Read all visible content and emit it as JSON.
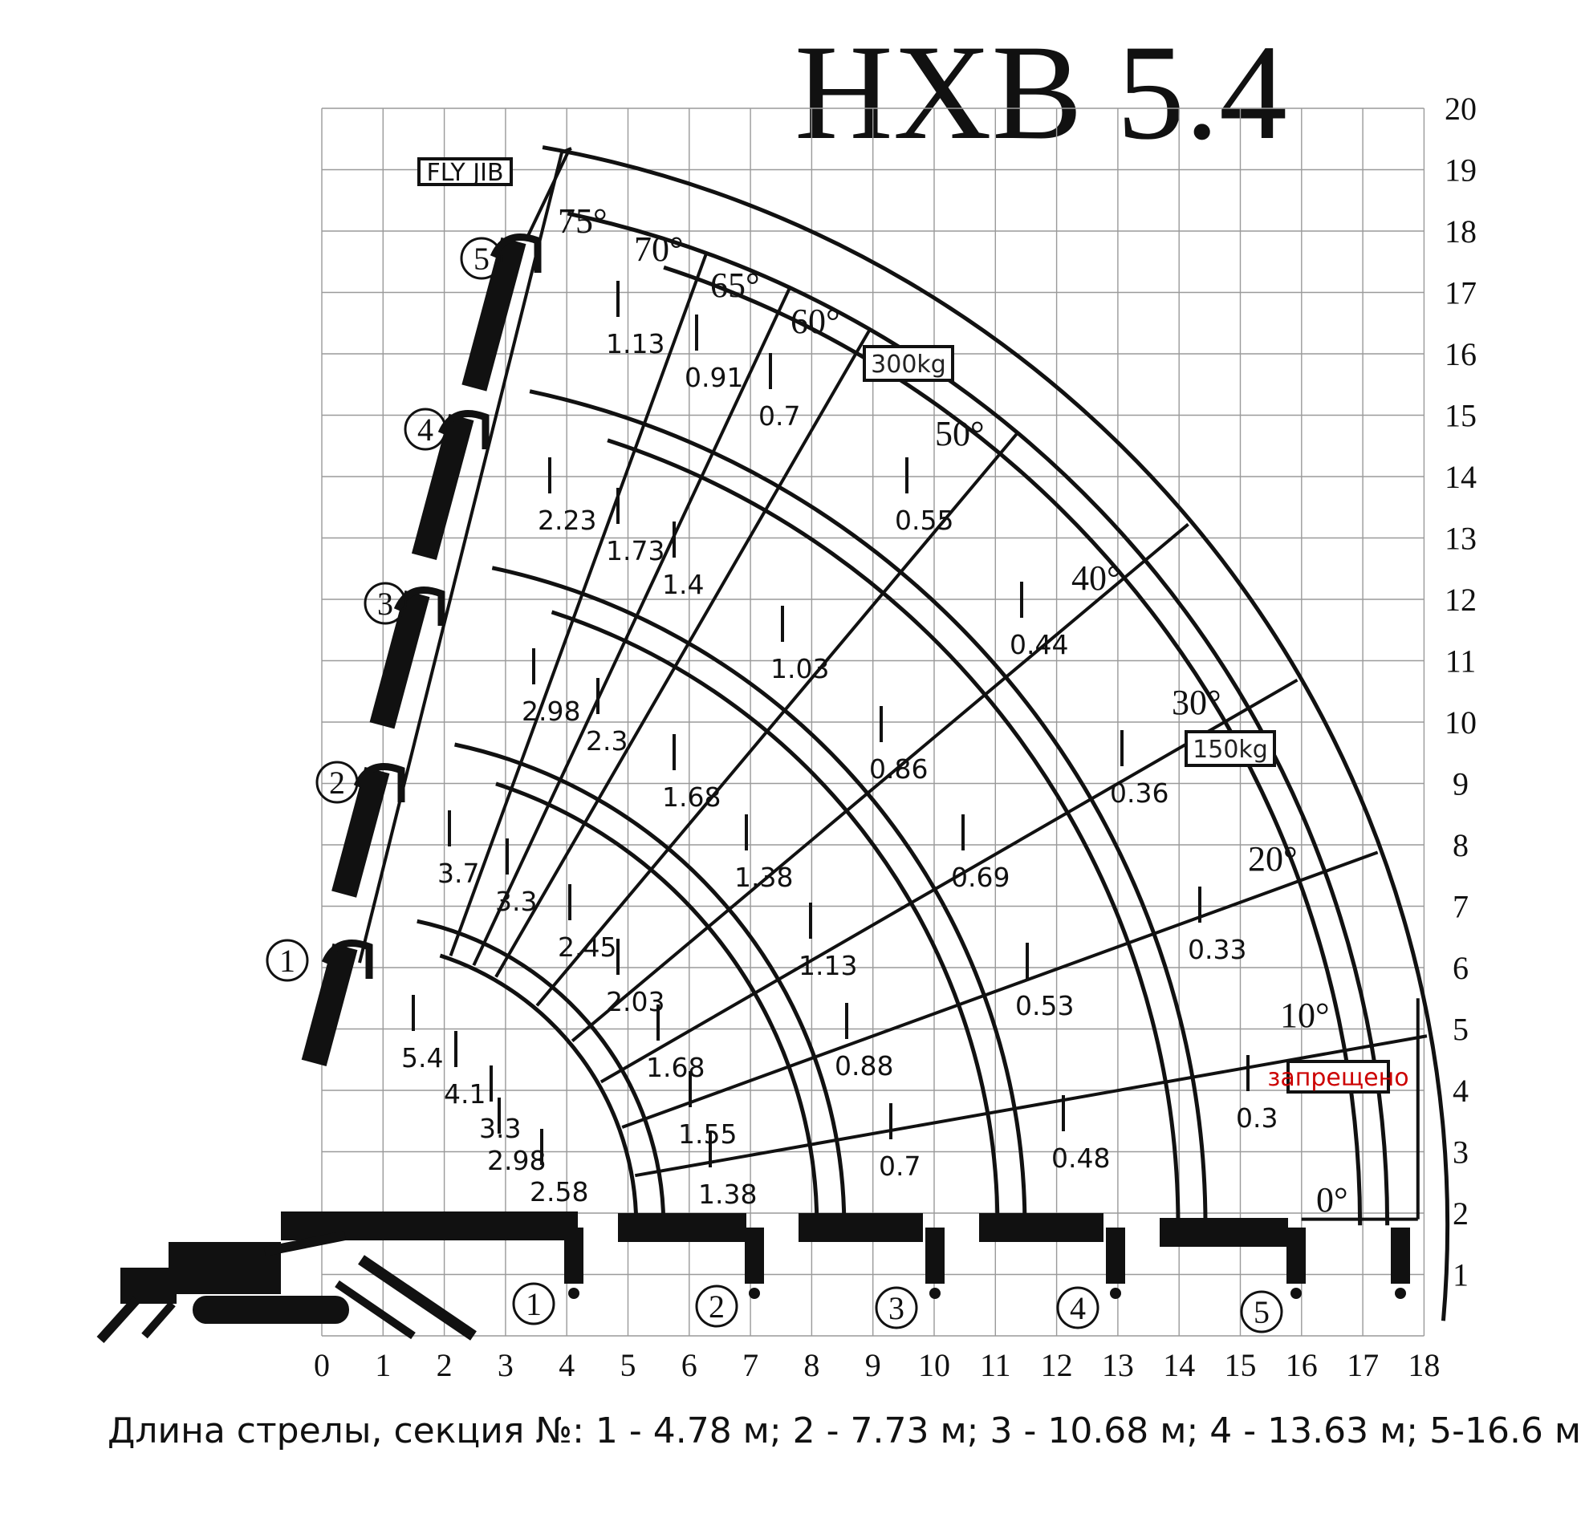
{
  "title": "HXB 5.4",
  "footer": "Длина стрелы, секция №: 1 -  4.78 м; 2 - 7.73 м; 3 - 10.68 м; 4 - 13.63 м; 5-16.6 м",
  "colors": {
    "line": "#111111",
    "grid": "#9a9a9a",
    "forbidden": "#cc0000"
  },
  "x_axis": {
    "ticks": [
      "0",
      "1",
      "2",
      "3",
      "4",
      "5",
      "6",
      "7",
      "8",
      "9",
      "10",
      "11",
      "12",
      "13",
      "14",
      "15",
      "16",
      "17",
      "18"
    ]
  },
  "y_axis": {
    "ticks": [
      "1",
      "2",
      "3",
      "4",
      "5",
      "6",
      "7",
      "8",
      "9",
      "10",
      "11",
      "12",
      "13",
      "14",
      "15",
      "16",
      "17",
      "18",
      "19",
      "20"
    ]
  },
  "sections": {
    "numbers": [
      "1",
      "2",
      "3",
      "4",
      "5"
    ],
    "boom_lengths_m": [
      4.78,
      7.73,
      10.68,
      13.63,
      16.6
    ]
  },
  "angles": [
    "0°",
    "10°",
    "20°",
    "30°",
    "40°",
    "50°",
    "60°",
    "65°",
    "70°",
    "75°"
  ],
  "load_labels": [
    {
      "text": "5.4",
      "section": 1
    },
    {
      "text": "4.1",
      "section": 1
    },
    {
      "text": "3.3",
      "section": 1
    },
    {
      "text": "2.98",
      "section": 1
    },
    {
      "text": "2.58",
      "section": 1
    },
    {
      "text": "3.7",
      "section": 2
    },
    {
      "text": "3.3",
      "section": 2
    },
    {
      "text": "2.45",
      "section": 2
    },
    {
      "text": "2.03",
      "section": 2
    },
    {
      "text": "1.68",
      "section": 2
    },
    {
      "text": "1.55",
      "section": 2
    },
    {
      "text": "1.38",
      "section": 2
    },
    {
      "text": "2.98",
      "section": 3
    },
    {
      "text": "2.3",
      "section": 3
    },
    {
      "text": "1.68",
      "section": 3
    },
    {
      "text": "1.38",
      "section": 3
    },
    {
      "text": "1.13",
      "section": 3
    },
    {
      "text": "0.88",
      "section": 3
    },
    {
      "text": "0.7",
      "section": 3
    },
    {
      "text": "2.23",
      "section": 4
    },
    {
      "text": "1.73",
      "section": 4
    },
    {
      "text": "1.4",
      "section": 4
    },
    {
      "text": "1.03",
      "section": 4
    },
    {
      "text": "0.86",
      "section": 4
    },
    {
      "text": "0.69",
      "section": 4
    },
    {
      "text": "0.53",
      "section": 4
    },
    {
      "text": "0.48",
      "section": 4
    },
    {
      "text": "1.13",
      "section": 5
    },
    {
      "text": "0.91",
      "section": 5
    },
    {
      "text": "0.7",
      "section": 5
    },
    {
      "text": "0.55",
      "section": 5
    },
    {
      "text": "0.44",
      "section": 5
    },
    {
      "text": "0.36",
      "section": 5
    },
    {
      "text": "0.33",
      "section": 5
    },
    {
      "text": "0.3",
      "section": 5
    }
  ],
  "badges": {
    "fly_jib": "FLY JIB",
    "load_300": "300kg",
    "load_150": "150kg",
    "forbidden": "запрещено"
  }
}
